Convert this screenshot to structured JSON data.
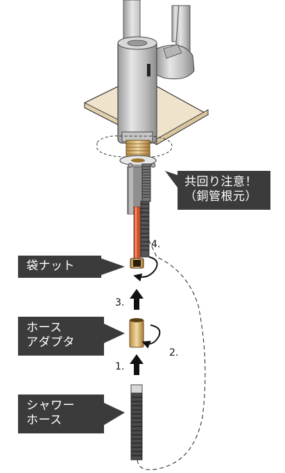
{
  "callouts": {
    "caution": {
      "line1": "共回り注意！",
      "line2": "（銅管根元）"
    },
    "bag_nut": {
      "label": "袋ナット"
    },
    "hose_adapter": {
      "line1": "ホース",
      "line2": "アダプタ"
    },
    "shower_hose": {
      "line1": "シャワー",
      "line2": "ホース"
    }
  },
  "steps": {
    "s1": "1.",
    "s2": "2.",
    "s3": "3.",
    "s4": "4."
  },
  "colors": {
    "callout_bg": "#3b3b3b",
    "faucet_gray": "#c9c9c9",
    "countertop": "#efe3cc",
    "brass": "#d9b77a",
    "copper": "#d2552f"
  }
}
